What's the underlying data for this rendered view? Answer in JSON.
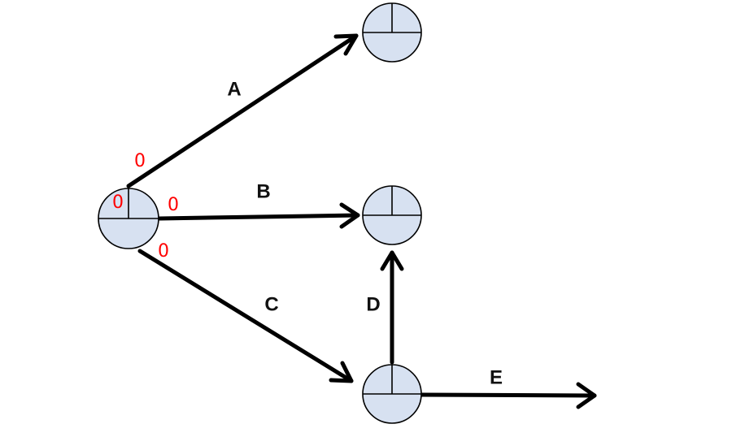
{
  "colors": {
    "node_fill": "#d7e1f1",
    "node_stroke": "#000000",
    "edge": "#000000",
    "value_text": "#ff0000"
  },
  "nodes": [
    {
      "id": "start",
      "top_left": "",
      "top_right": "",
      "bottom": ""
    },
    {
      "id": "end-a",
      "top_left": "",
      "top_right": "",
      "bottom": ""
    },
    {
      "id": "end-b",
      "top_left": "",
      "top_right": "",
      "bottom": ""
    },
    {
      "id": "mid-c",
      "top_left": "",
      "top_right": "",
      "bottom": ""
    }
  ],
  "edges": [
    {
      "id": "A",
      "label": "A",
      "from": "start",
      "to": "end-a",
      "start_value": "0"
    },
    {
      "id": "B",
      "label": "B",
      "from": "start",
      "to": "end-b",
      "start_value": "0"
    },
    {
      "id": "C",
      "label": "C",
      "from": "start",
      "to": "mid-c",
      "start_value": "0"
    },
    {
      "id": "D",
      "label": "D",
      "from": "mid-c",
      "to": "end-b"
    },
    {
      "id": "E",
      "label": "E",
      "from": "mid-c",
      "to": ""
    }
  ],
  "start_node_value": "0"
}
